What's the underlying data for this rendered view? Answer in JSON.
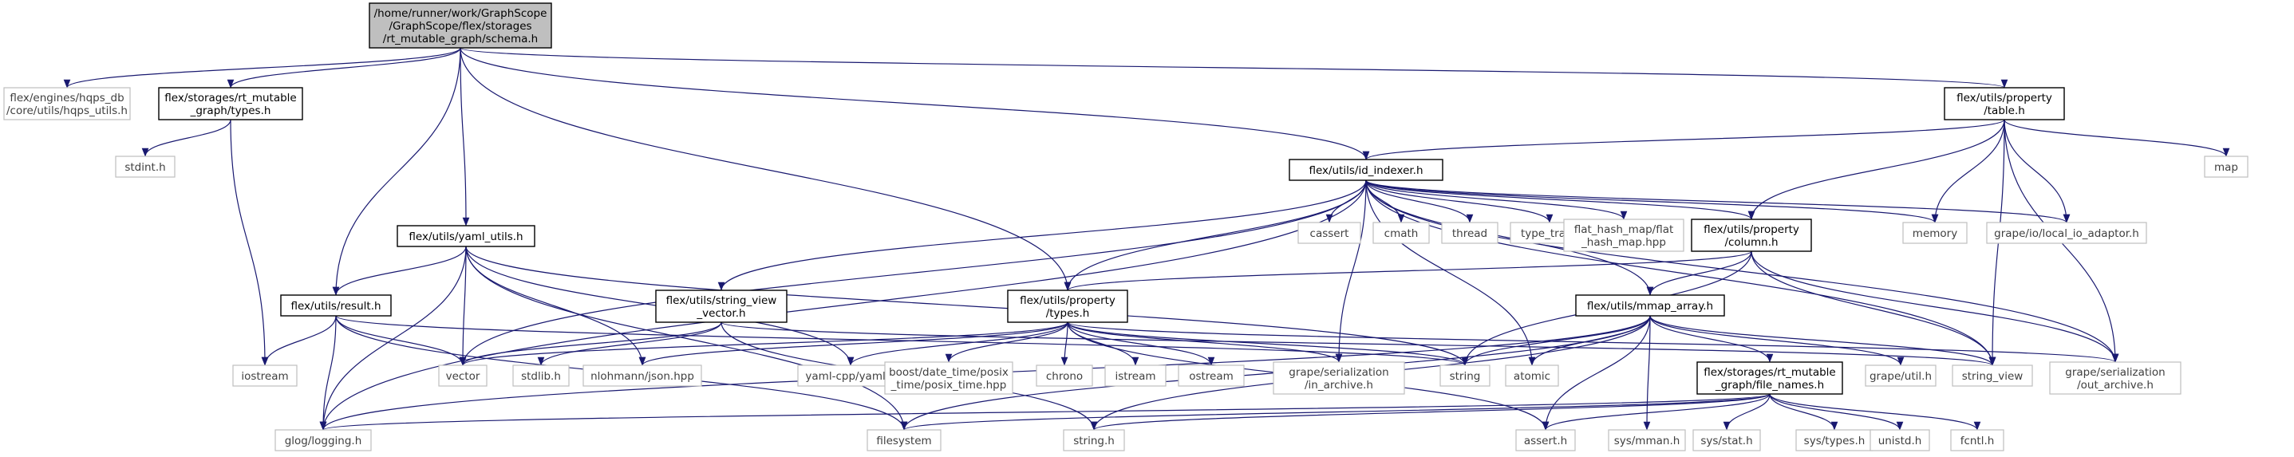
{
  "nodes": {
    "root": {
      "lines": [
        "/home/runner/work/GraphScope",
        "/GraphScope/flex/storages",
        "/rt_mutable_graph/schema.h"
      ]
    },
    "hqps_utils": {
      "lines": [
        "flex/engines/hqps_db",
        "/core/utils/hqps_utils.h"
      ]
    },
    "rt_types": {
      "lines": [
        "flex/storages/rt_mutable",
        "_graph/types.h"
      ]
    },
    "stdint": {
      "lines": [
        "stdint.h"
      ]
    },
    "table": {
      "lines": [
        "flex/utils/property",
        "/table.h"
      ]
    },
    "map": {
      "lines": [
        "map"
      ]
    },
    "id_indexer": {
      "lines": [
        "flex/utils/id_indexer.h"
      ]
    },
    "yaml_utils": {
      "lines": [
        "flex/utils/yaml_utils.h"
      ]
    },
    "result": {
      "lines": [
        "flex/utils/result.h"
      ]
    },
    "column": {
      "lines": [
        "flex/utils/property",
        "/column.h"
      ]
    },
    "cassert": {
      "lines": [
        "cassert"
      ]
    },
    "cmath": {
      "lines": [
        "cmath"
      ]
    },
    "thread": {
      "lines": [
        "thread"
      ]
    },
    "type_traits": {
      "lines": [
        "type_traits"
      ]
    },
    "flat_hash_map": {
      "lines": [
        "flat_hash_map/flat",
        "_hash_map.hpp"
      ]
    },
    "memory": {
      "lines": [
        "memory"
      ]
    },
    "local_io": {
      "lines": [
        "grape/io/local_io_adaptor.h"
      ]
    },
    "string_view_vector": {
      "lines": [
        "flex/utils/string_view",
        "_vector.h"
      ]
    },
    "prop_types": {
      "lines": [
        "flex/utils/property",
        "/types.h"
      ]
    },
    "mmap_array": {
      "lines": [
        "flex/utils/mmap_array.h"
      ]
    },
    "iostream": {
      "lines": [
        "iostream"
      ]
    },
    "vector": {
      "lines": [
        "vector"
      ]
    },
    "stdlib": {
      "lines": [
        "stdlib.h"
      ]
    },
    "json": {
      "lines": [
        "nlohmann/json.hpp"
      ]
    },
    "yaml_cpp": {
      "lines": [
        "yaml-cpp/yaml.h"
      ]
    },
    "posix_time": {
      "lines": [
        "boost/date_time/posix",
        "_time/posix_time.hpp"
      ]
    },
    "chrono": {
      "lines": [
        "chrono"
      ]
    },
    "istream": {
      "lines": [
        "istream"
      ]
    },
    "ostream": {
      "lines": [
        "ostream"
      ]
    },
    "in_archive": {
      "lines": [
        "grape/serialization",
        "/in_archive.h"
      ]
    },
    "string": {
      "lines": [
        "string"
      ]
    },
    "atomic": {
      "lines": [
        "atomic"
      ]
    },
    "file_names": {
      "lines": [
        "flex/storages/rt_mutable",
        "_graph/file_names.h"
      ]
    },
    "grape_util": {
      "lines": [
        "grape/util.h"
      ]
    },
    "string_view": {
      "lines": [
        "string_view"
      ]
    },
    "out_archive": {
      "lines": [
        "grape/serialization",
        "/out_archive.h"
      ]
    },
    "glog": {
      "lines": [
        "glog/logging.h"
      ]
    },
    "filesystem": {
      "lines": [
        "filesystem"
      ]
    },
    "string_h": {
      "lines": [
        "string.h"
      ]
    },
    "assert": {
      "lines": [
        "assert.h"
      ]
    },
    "sys_mman": {
      "lines": [
        "sys/mman.h"
      ]
    },
    "sys_stat": {
      "lines": [
        "sys/stat.h"
      ]
    },
    "sys_types": {
      "lines": [
        "sys/types.h"
      ]
    },
    "unistd": {
      "lines": [
        "unistd.h"
      ]
    },
    "fcntl": {
      "lines": [
        "fcntl.h"
      ]
    }
  },
  "edges": [
    [
      "root",
      "hqps_utils"
    ],
    [
      "root",
      "rt_types"
    ],
    [
      "root",
      "table"
    ],
    [
      "root",
      "id_indexer"
    ],
    [
      "root",
      "yaml_utils"
    ],
    [
      "root",
      "result"
    ],
    [
      "root",
      "prop_types"
    ],
    [
      "rt_types",
      "stdint"
    ],
    [
      "rt_types",
      "iostream"
    ],
    [
      "table",
      "id_indexer"
    ],
    [
      "table",
      "column"
    ],
    [
      "table",
      "memory"
    ],
    [
      "table",
      "local_io"
    ],
    [
      "table",
      "string_view"
    ],
    [
      "table",
      "out_archive"
    ],
    [
      "table",
      "map"
    ],
    [
      "id_indexer",
      "glog"
    ],
    [
      "id_indexer",
      "vector"
    ],
    [
      "id_indexer",
      "string_view_vector"
    ],
    [
      "id_indexer",
      "prop_types"
    ],
    [
      "id_indexer",
      "in_archive"
    ],
    [
      "id_indexer",
      "atomic"
    ],
    [
      "id_indexer",
      "cassert"
    ],
    [
      "id_indexer",
      "cmath"
    ],
    [
      "id_indexer",
      "thread"
    ],
    [
      "id_indexer",
      "type_traits"
    ],
    [
      "id_indexer",
      "flat_hash_map"
    ],
    [
      "id_indexer",
      "column"
    ],
    [
      "id_indexer",
      "memory"
    ],
    [
      "id_indexer",
      "local_io"
    ],
    [
      "id_indexer",
      "mmap_array"
    ],
    [
      "id_indexer",
      "string_view"
    ],
    [
      "id_indexer",
      "out_archive"
    ],
    [
      "yaml_utils",
      "result"
    ],
    [
      "yaml_utils",
      "glog"
    ],
    [
      "yaml_utils",
      "vector"
    ],
    [
      "yaml_utils",
      "json"
    ],
    [
      "yaml_utils",
      "yaml_cpp"
    ],
    [
      "yaml_utils",
      "string"
    ],
    [
      "yaml_utils",
      "filesystem"
    ],
    [
      "result",
      "iostream"
    ],
    [
      "result",
      "vector"
    ],
    [
      "result",
      "glog"
    ],
    [
      "result",
      "string"
    ],
    [
      "result",
      "filesystem"
    ],
    [
      "column",
      "prop_types"
    ],
    [
      "column",
      "mmap_array"
    ],
    [
      "column",
      "string"
    ],
    [
      "column",
      "string_view"
    ],
    [
      "column",
      "out_archive"
    ],
    [
      "string_view_vector",
      "vector"
    ],
    [
      "string_view_vector",
      "stdlib"
    ],
    [
      "string_view_vector",
      "string_view"
    ],
    [
      "string_view_vector",
      "string_h"
    ],
    [
      "prop_types",
      "vector"
    ],
    [
      "prop_types",
      "json"
    ],
    [
      "prop_types",
      "yaml_cpp"
    ],
    [
      "prop_types",
      "posix_time"
    ],
    [
      "prop_types",
      "chrono"
    ],
    [
      "prop_types",
      "istream"
    ],
    [
      "prop_types",
      "ostream"
    ],
    [
      "prop_types",
      "in_archive"
    ],
    [
      "prop_types",
      "string"
    ],
    [
      "prop_types",
      "assert"
    ],
    [
      "prop_types",
      "out_archive"
    ],
    [
      "mmap_array",
      "string"
    ],
    [
      "mmap_array",
      "atomic"
    ],
    [
      "mmap_array",
      "file_names"
    ],
    [
      "mmap_array",
      "grape_util"
    ],
    [
      "mmap_array",
      "string_view"
    ],
    [
      "mmap_array",
      "glog"
    ],
    [
      "mmap_array",
      "filesystem"
    ],
    [
      "mmap_array",
      "string_h"
    ],
    [
      "mmap_array",
      "assert"
    ],
    [
      "mmap_array",
      "sys_mman"
    ],
    [
      "file_names",
      "glog"
    ],
    [
      "file_names",
      "filesystem"
    ],
    [
      "file_names",
      "string_h"
    ],
    [
      "file_names",
      "assert"
    ],
    [
      "file_names",
      "sys_stat"
    ],
    [
      "file_names",
      "sys_types"
    ],
    [
      "file_names",
      "unistd"
    ],
    [
      "file_names",
      "fcntl"
    ]
  ]
}
